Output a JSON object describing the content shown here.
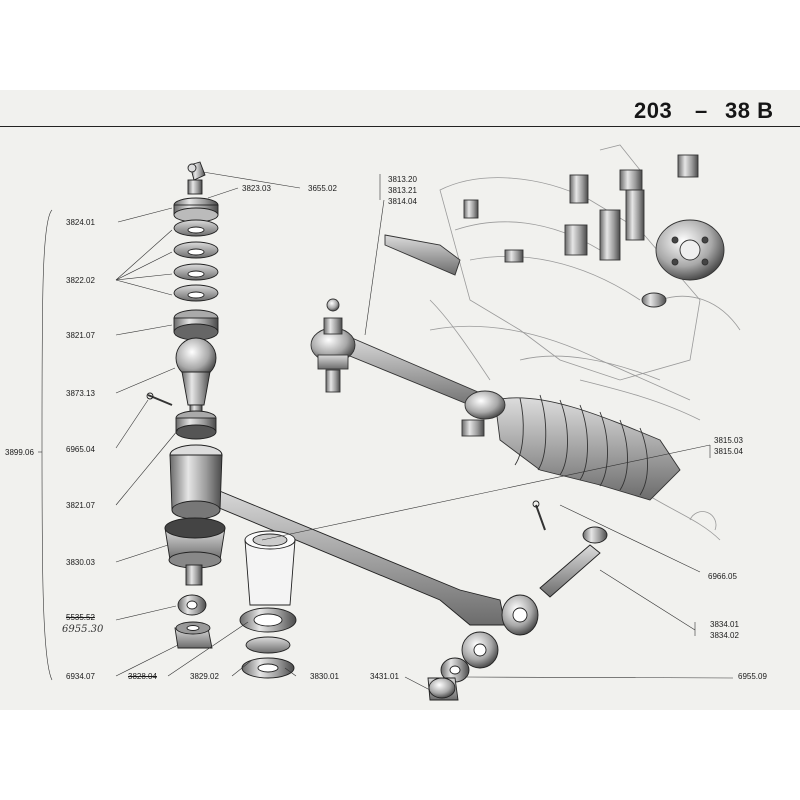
{
  "header": {
    "page_left": "203",
    "page_dash": "–",
    "page_right": "38 B"
  },
  "refs": {
    "r3824_01": "3824.01",
    "r3823_03": "3823.03",
    "r3655_02": "3655.02",
    "r3822_02": "3822.02",
    "r3821_07a": "3821.07",
    "r3873_13": "3873.13",
    "r6965_04": "6965.04",
    "r3899": "3899.06",
    "r3821_07b": "3821.07",
    "r3830_03": "3830.03",
    "r_struck": "5535.52",
    "r_hand_6955": "6955.30",
    "r6934": "6934.07",
    "r3828": "3828.04",
    "r3829": "3829.02",
    "r3830_01": "3830.01",
    "r3431": "3431.01",
    "r6955_09": "6955.09",
    "r3813_20": "3813.20",
    "r3813_21": "3813.21",
    "r3814_04": "3814.04",
    "r3815_03": "3815.03",
    "r3815_04": "3815.04",
    "r6966_05": "6966.05",
    "r3834_01": "3834.01",
    "r3834_02": "3834.02"
  }
}
